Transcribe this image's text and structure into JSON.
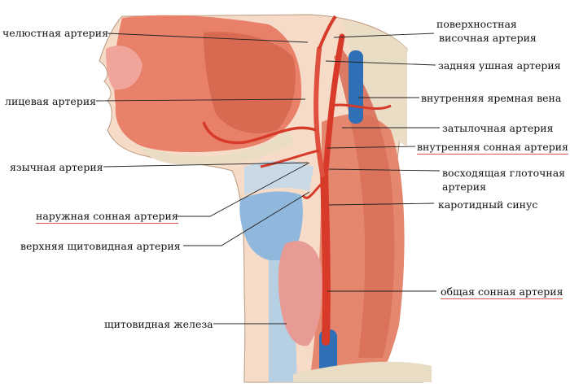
{
  "labels": {
    "jaw_artery": "челюстная артерия",
    "facial_artery": "лицевая артерия",
    "lingual_artery": "язычная артерия",
    "external_carotid": "наружная сонная артерия",
    "superior_thyroid": "верхняя щитовидная артерия",
    "thyroid_gland": "щитовидная железа",
    "superficial_temporal_1": "поверхностная",
    "superficial_temporal_2": "височная артерия",
    "posterior_auricular": "задняя ушная артерия",
    "internal_jugular": "внутренняя яремная вена",
    "occipital": "затылочная артерия",
    "internal_carotid": "внутренняя сонная артерия",
    "ascending_pharyngeal_1": "восходящая глоточная",
    "ascending_pharyngeal_2": "артерия",
    "carotid_sinus": "каротидный синус",
    "common_carotid": "общая сонная артерия"
  },
  "colors": {
    "muscle": "#e8806a",
    "muscle_dark": "#c95a44",
    "artery": "#d83a2a",
    "vein": "#2f6fb5",
    "skin": "#f6dcc8",
    "cartilage": "#8fb8dc",
    "gland": "#e89a94",
    "bone": "#e9ddc6",
    "underline": "#d9534f"
  }
}
